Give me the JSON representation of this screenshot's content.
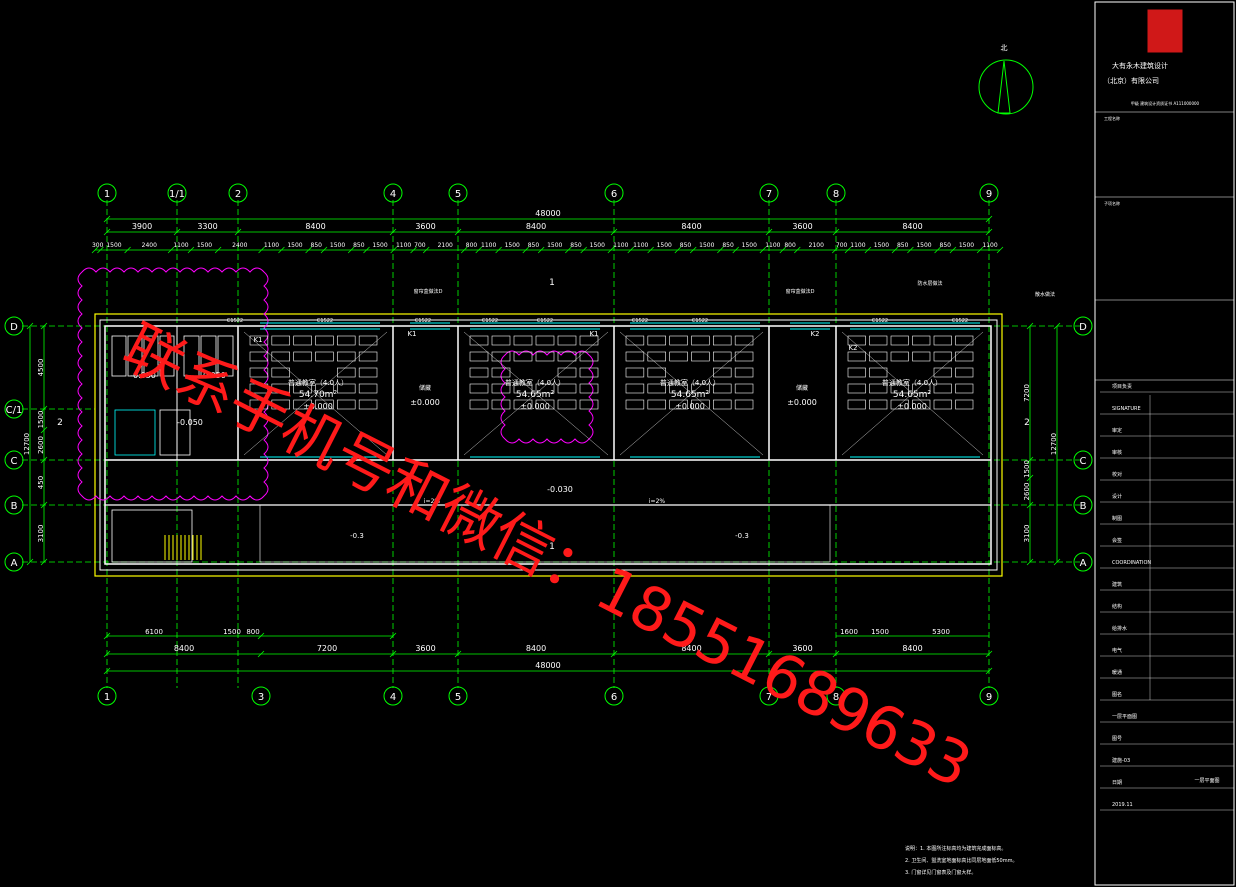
{
  "colors": {
    "background": "#000000",
    "line": "#ffffff",
    "grid": "#00ff00",
    "dim": "#00ff00",
    "wall": "#ffffff",
    "stair": "#ffff00",
    "cloud": "#ff00ff",
    "watermark": "#ff1a1a",
    "titleblock": "#ffffff",
    "cyan": "#00ffff",
    "logo": "#d01818"
  },
  "grid_top": [
    "1",
    "1/1",
    "2",
    "4",
    "5",
    "6",
    "7",
    "8",
    "9"
  ],
  "grid_bottom": [
    "1",
    "3",
    "4",
    "5",
    "6",
    "7",
    "8",
    "9"
  ],
  "grid_rows_left": [
    "D",
    "C/1",
    "C",
    "B",
    "A"
  ],
  "grid_rows_right": [
    "D",
    "C",
    "B",
    "A"
  ],
  "dims_top_overall": "48000",
  "dims_top_bays": [
    "3900",
    "3300",
    "8400",
    "3600",
    "8400",
    "8400",
    "3600",
    "8400"
  ],
  "dims_top_detail": [
    "300",
    "1500",
    "2400",
    "1100",
    "1500",
    "2400",
    "1100",
    "1500",
    "850",
    "1500",
    "850",
    "1500",
    "1100",
    "700",
    "2100",
    "800",
    "1100",
    "1500",
    "850",
    "1500",
    "850",
    "1500",
    "1100",
    "1100",
    "1500",
    "850",
    "1500",
    "850",
    "1500",
    "1100",
    "800",
    "2100",
    "700",
    "1100",
    "1500",
    "850",
    "1500",
    "850",
    "1500",
    "1100"
  ],
  "dims_bottom_bays": [
    "8400",
    "7200",
    "3600",
    "8400",
    "8400",
    "3600",
    "8400"
  ],
  "dims_bottom_overall": "48000",
  "dims_bottom_sub": [
    "6100",
    "1500",
    "800",
    "1600",
    "1500",
    "5300"
  ],
  "dims_left": [
    "4500",
    "1500",
    "2600",
    "450",
    "3100"
  ],
  "dims_left_total": "12700",
  "dims_right": [
    "7200",
    "1500",
    "2600",
    "3100"
  ],
  "dims_right_total": "12700",
  "rooms": [
    {
      "name": "普通教室（4.0人）",
      "area": "54.70m²",
      "elev": "±0.000"
    },
    {
      "name": "普通教室（4.0人）",
      "area": "54.65m²",
      "elev": "±0.000"
    },
    {
      "name": "普通教室（4.0人）",
      "area": "54.65m²",
      "elev": "±0.000"
    },
    {
      "name": "普通教室（4.0人）",
      "area": "54.65m²",
      "elev": "±0.000"
    }
  ],
  "storage": [
    {
      "name": "储藏",
      "elev": "±0.000"
    },
    {
      "name": "储藏",
      "elev": "±0.000"
    }
  ],
  "toilet_labels": [
    "-0.050",
    "-0.050",
    "-0.050"
  ],
  "corridor_level": "-0.030",
  "ramp_labels": [
    "i=2%",
    "i=2%",
    "-0.3",
    "-0.3"
  ],
  "section_marks": [
    "1",
    "1",
    "2",
    "2"
  ],
  "door_tags": [
    "K1",
    "K1",
    "K1",
    "K2",
    "K2"
  ],
  "window_tags": [
    "C1522",
    "C1522",
    "C1522",
    "C1522",
    "C1522",
    "C1522",
    "C1522",
    "C1522",
    "C1522"
  ],
  "callout_labels": [
    "窗帘盒做法D",
    "窗帘盒做法D",
    "散水做法",
    "防水层做法"
  ],
  "north_label": "北",
  "title_block": {
    "company_line1": "大有永木建筑设计",
    "company_line2": "（北京）有限公司",
    "company_sub": "甲级 建筑设计资质证书 A111000000",
    "project_label": "工程名称",
    "sub_label": "子项名称",
    "rows": [
      "项目负责",
      "SIGNATURE",
      "审定",
      "审核",
      "校对",
      "设计",
      "制图",
      "会签",
      "COORDINATION",
      "建筑",
      "结构",
      "给排水",
      "电气",
      "暖通",
      "图名",
      "一层平面图",
      "图号",
      "建施-03",
      "日期",
      "2019.11"
    ],
    "dwg_title": "一层平面图"
  },
  "notes": [
    "说明：1. 本图所注标高均为建筑完成面标高。",
    "2. 卫生间、盥洗室地面标高比同层地面低50mm。",
    "3. 门窗详见门窗表及门窗大样。"
  ],
  "watermark_text": "联系手机号和微信：18551689633"
}
